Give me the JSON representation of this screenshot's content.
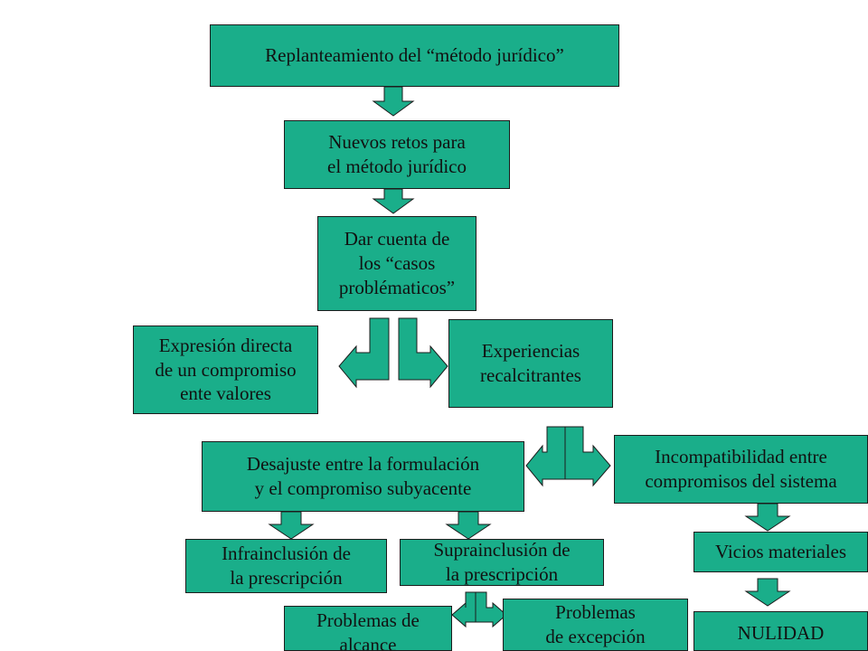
{
  "colors": {
    "box_fill": "#1aae8a",
    "outline": "#1c1c1c",
    "text": "#111111"
  },
  "nodes": {
    "replanteamiento": "Replanteamiento del “método jurídico”",
    "nuevos_retos": "Nuevos retos para\nel método jurídico",
    "dar_cuenta": "Dar cuenta de\nlos “casos\nproblématicos”",
    "expresion_directa": "Expresión directa\nde un compromiso\nente valores",
    "experiencias": "Experiencias\nrecalcitrantes",
    "desajuste": "Desajuste entre la formulación\ny el compromiso subyacente",
    "incompatibilidad": "Incompatibilidad entre\ncompromisos del sistema",
    "infrainclusion": "Infrainclusión de\nla prescripción",
    "suprainclusion": "Suprainclusión de\nla prescripción",
    "vicios": "Vicios materiales",
    "problemas_alcance": "Problemas de\nalcance",
    "problemas_excepcion": "Problemas\nde excepción",
    "nulidad": "NULIDAD"
  }
}
